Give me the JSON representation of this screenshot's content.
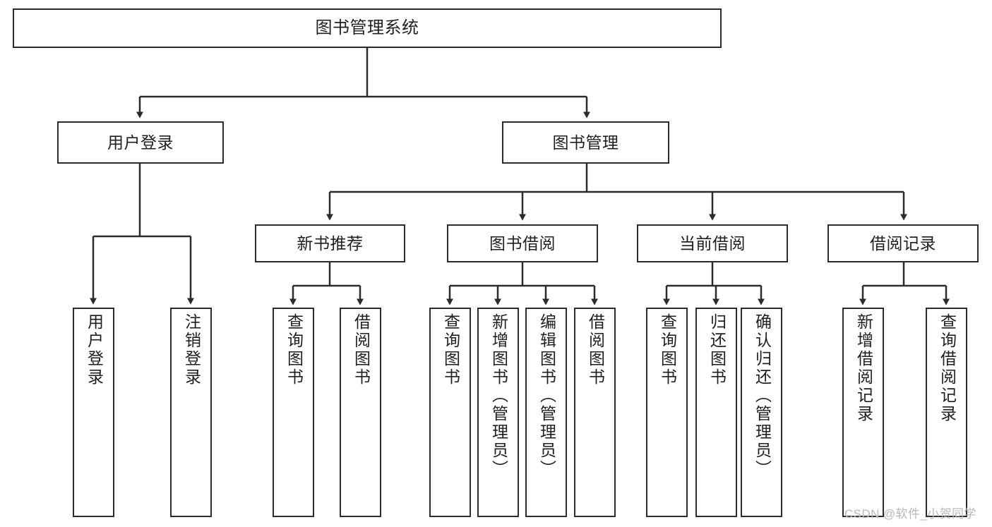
{
  "diagram": {
    "title": "图书管理系统",
    "type": "hierarchy-tree",
    "root": {
      "label": "图书管理系统"
    },
    "level2": [
      {
        "label": "用户登录"
      },
      {
        "label": "图书管理"
      }
    ],
    "level3": [
      {
        "label": "新书推荐"
      },
      {
        "label": "图书借阅"
      },
      {
        "label": "当前借阅"
      },
      {
        "label": "借阅记录"
      }
    ],
    "leaves": {
      "user_login": [
        {
          "label": "用户登录"
        },
        {
          "label": "注销登录"
        }
      ],
      "new_book_recommend": [
        {
          "label": "查询图书"
        },
        {
          "label": "借阅图书"
        }
      ],
      "book_borrow": [
        {
          "label": "查询图书"
        },
        {
          "label": "新增图书（管理员）"
        },
        {
          "label": "编辑图书（管理员）"
        },
        {
          "label": "借阅图书"
        }
      ],
      "current_borrow": [
        {
          "label": "查询图书"
        },
        {
          "label": "归还图书"
        },
        {
          "label": "确认归还（管理员）"
        }
      ],
      "borrow_record": [
        {
          "label": "新增借阅记录"
        },
        {
          "label": "查询借阅记录"
        }
      ]
    }
  },
  "watermark": {
    "text": "CSDN @软件_小贺同学"
  },
  "colors": {
    "stroke": "#2b2b2b",
    "background": "#ffffff",
    "text": "#1f1f1f",
    "watermark": "#b9b9b9"
  }
}
